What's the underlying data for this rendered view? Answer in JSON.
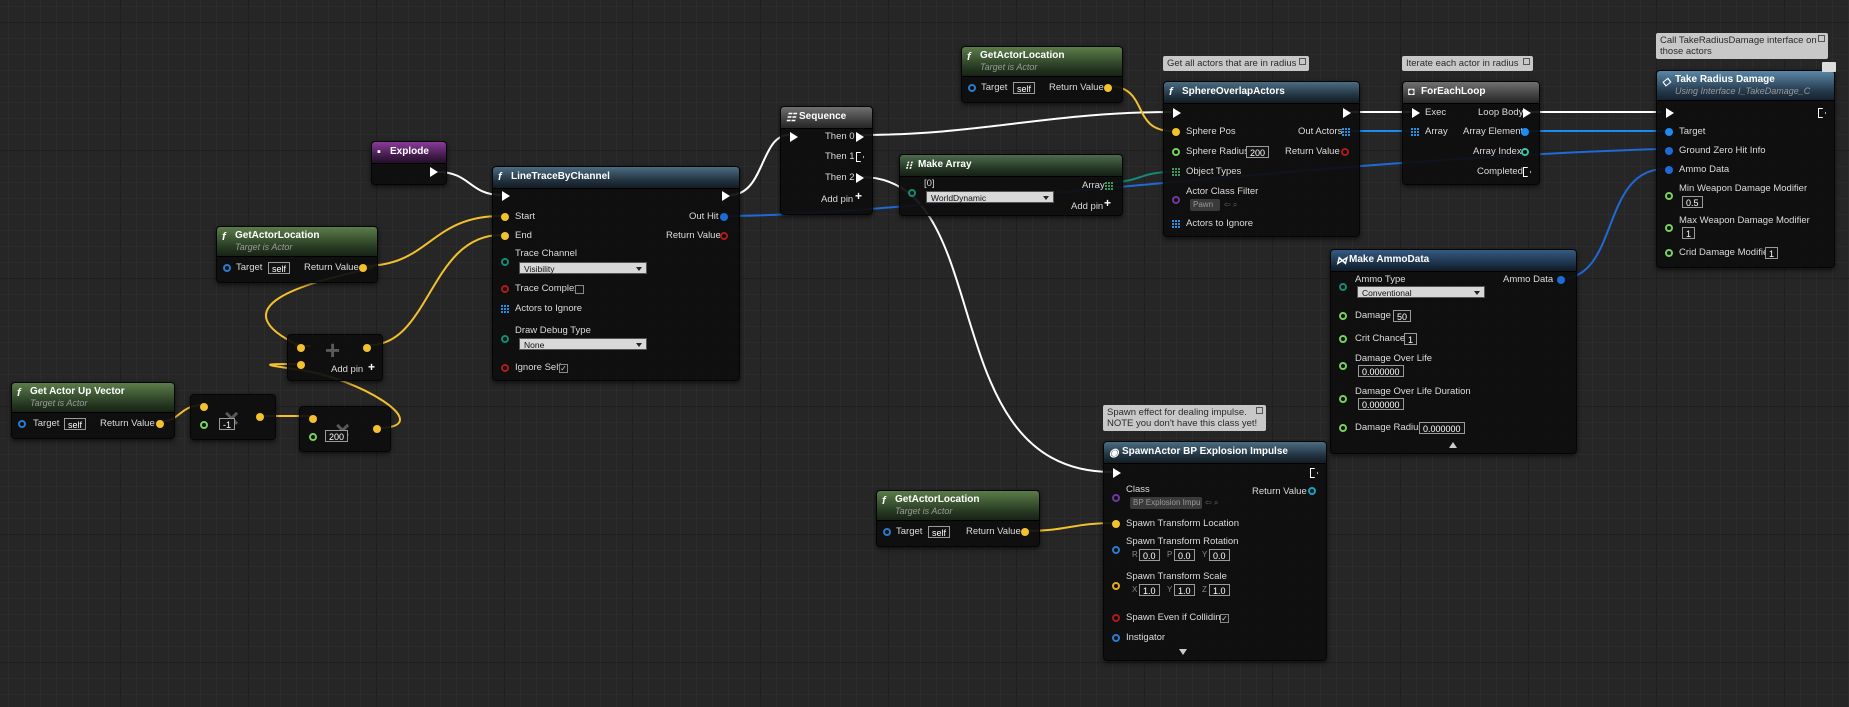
{
  "nodes": {
    "explode": {
      "title": "Explode"
    },
    "gal_top": {
      "title": "GetActorLocation",
      "sub": "Target is Actor",
      "target": "Target",
      "self": "self",
      "ret": "Return Value"
    },
    "gal_left": {
      "title": "GetActorLocation",
      "sub": "Target is Actor",
      "target": "Target",
      "self": "self",
      "ret": "Return Value"
    },
    "gal_mid": {
      "title": "GetActorLocation",
      "sub": "Target is Actor",
      "target": "Target",
      "self": "self",
      "ret": "Return Value"
    },
    "up": {
      "title": "Get Actor Up Vector",
      "sub": "Target is Actor",
      "target": "Target",
      "self": "self",
      "ret": "Return Value"
    },
    "mult1": {
      "val": "-1"
    },
    "mult2": {
      "val": "200"
    },
    "add": {
      "addpin": "Add pin"
    },
    "trace": {
      "title": "LineTraceByChannel",
      "start": "Start",
      "end": "End",
      "outhit": "Out Hit",
      "ret": "Return Value",
      "channel": "Trace Channel",
      "channel_val": "Visibility",
      "complex": "Trace Complex",
      "ignore": "Actors to Ignore",
      "debug": "Draw Debug Type",
      "debug_val": "None",
      "ignoreself": "Ignore Self"
    },
    "seq": {
      "title": "Sequence",
      "then0": "Then 0",
      "then1": "Then 1",
      "then2": "Then 2",
      "addpin": "Add pin"
    },
    "arr": {
      "title": "Make Array",
      "idx": "[0]",
      "val": "WorldDynamic",
      "out": "Array",
      "addpin": "Add pin"
    },
    "sphere": {
      "title": "SphereOverlapActors",
      "pos": "Sphere Pos",
      "radius": "Sphere Radius",
      "radius_val": "200",
      "objtypes": "Object Types",
      "filter": "Actor Class Filter",
      "filter_val": "Pawn",
      "ignore": "Actors to Ignore",
      "outactors": "Out Actors",
      "ret": "Return Value"
    },
    "foreach": {
      "title": "ForEachLoop",
      "exec": "Exec",
      "array": "Array",
      "body": "Loop Body",
      "elem": "Array Element",
      "index": "Array Index",
      "done": "Completed"
    },
    "damage": {
      "title": "Take Radius Damage",
      "sub": "Using Interface I_TakeDamage_C",
      "target": "Target",
      "gz": "Ground Zero Hit Info",
      "ammo": "Ammo Data",
      "minmod": "Min Weapon Damage Modifier",
      "minval": "0.5",
      "maxmod": "Max Weapon Damage Modifier",
      "maxval": "1",
      "crit": "Crid Damage Modifier",
      "critval": "1"
    },
    "ammo": {
      "title": "Make AmmoData",
      "type": "Ammo Type",
      "type_val": "Conventional",
      "out": "Ammo Data",
      "damage": "Damage",
      "damage_val": "50",
      "chance": "Crit Chance",
      "chance_val": "1",
      "dol": "Damage Over Life",
      "dol_val": "0.000000",
      "dold": "Damage Over Life Duration",
      "dold_val": "0.000000",
      "radius": "Damage Radius",
      "radius_val": "0.000000"
    },
    "spawn": {
      "title": "SpawnActor BP Explosion Impulse",
      "cls": "Class",
      "cls_val": "BP Explosion Impu",
      "ret": "Return Value",
      "loc": "Spawn Transform Location",
      "rot": "Spawn Transform Rotation",
      "r": "R",
      "rv": "0.0",
      "p": "P",
      "pv": "0.0",
      "y": "Y",
      "yv": "0.0",
      "scale": "Spawn Transform Scale",
      "x": "X",
      "xv": "1.0",
      "sy": "Y",
      "syv": "1.0",
      "z": "Z",
      "zv": "1.0",
      "coll": "Spawn Even if Colliding",
      "inst": "Instigator"
    }
  },
  "comments": {
    "sphere": "Get all actors that are in radius",
    "foreach": "Iterate each actor in radius",
    "damage": "Call TakeRadiusDamage interface on those actors",
    "spawn": "Spawn effect for dealing impulse. NOTE you don't have this class yet!"
  }
}
